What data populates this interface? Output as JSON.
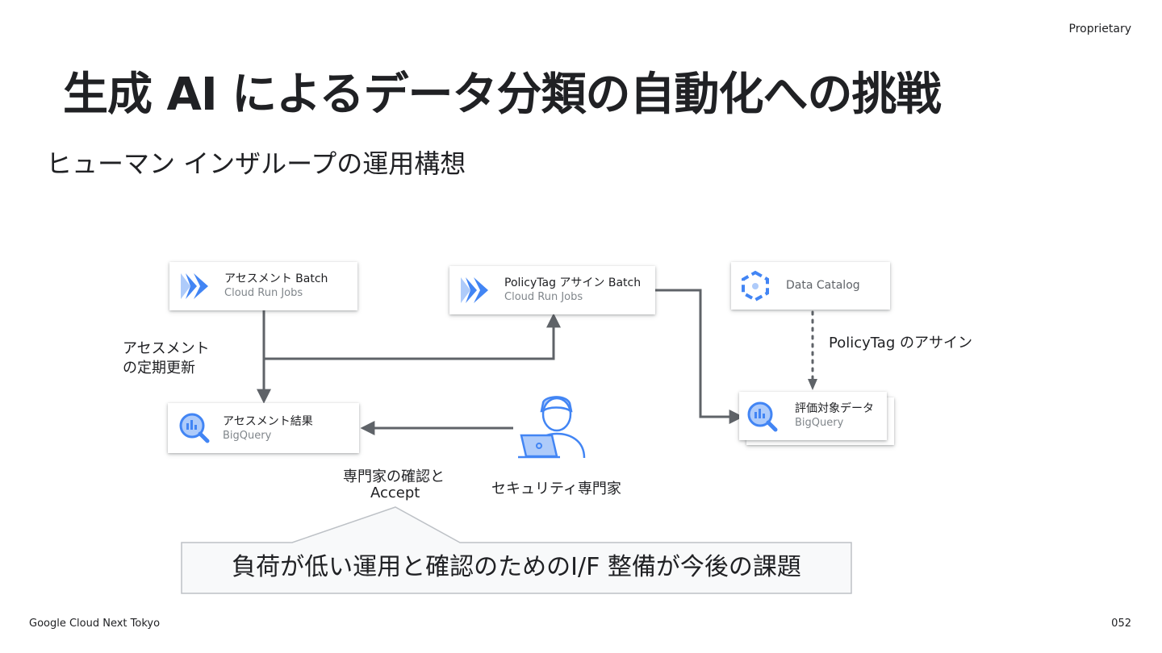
{
  "header": {
    "proprietary": "Proprietary"
  },
  "slide": {
    "title": "生成 AI によるデータ分類の自動化への挑戦",
    "subtitle": "ヒューマン インザループの運用構想"
  },
  "diagram": {
    "nodes": {
      "assessment_batch": {
        "title": "アセスメント Batch",
        "subtitle": "Cloud Run Jobs",
        "icon": "cloud-run-icon"
      },
      "policytag_batch": {
        "title": "PolicyTag アサイン Batch",
        "subtitle": "Cloud Run Jobs",
        "icon": "cloud-run-icon"
      },
      "data_catalog": {
        "title": "Data Catalog",
        "icon": "data-catalog-icon"
      },
      "assessment_result": {
        "title": "アセスメント結果",
        "subtitle": "BigQuery",
        "icon": "bigquery-icon"
      },
      "target_data": {
        "title": "評価対象データ",
        "subtitle": "BigQuery",
        "icon": "bigquery-icon"
      },
      "security_expert": {
        "label": "セキュリティ専門家",
        "icon": "security-expert-icon"
      }
    },
    "labels": {
      "periodic_update_line1": "アセスメント",
      "periodic_update_line2": "の定期更新",
      "policytag_assign": "PolicyTag のアサイン",
      "expert_confirm_line1": "専門家の確認と",
      "expert_confirm_line2": "Accept"
    },
    "callout": "負荷が低い運用と確認のためのI/F 整備が今後の課題"
  },
  "footer": {
    "event": "Google Cloud Next Tokyo",
    "page": "052"
  },
  "colors": {
    "arrow": "#5f6368",
    "icon_blue": "#4285f4",
    "icon_light": "#aecbfa"
  }
}
